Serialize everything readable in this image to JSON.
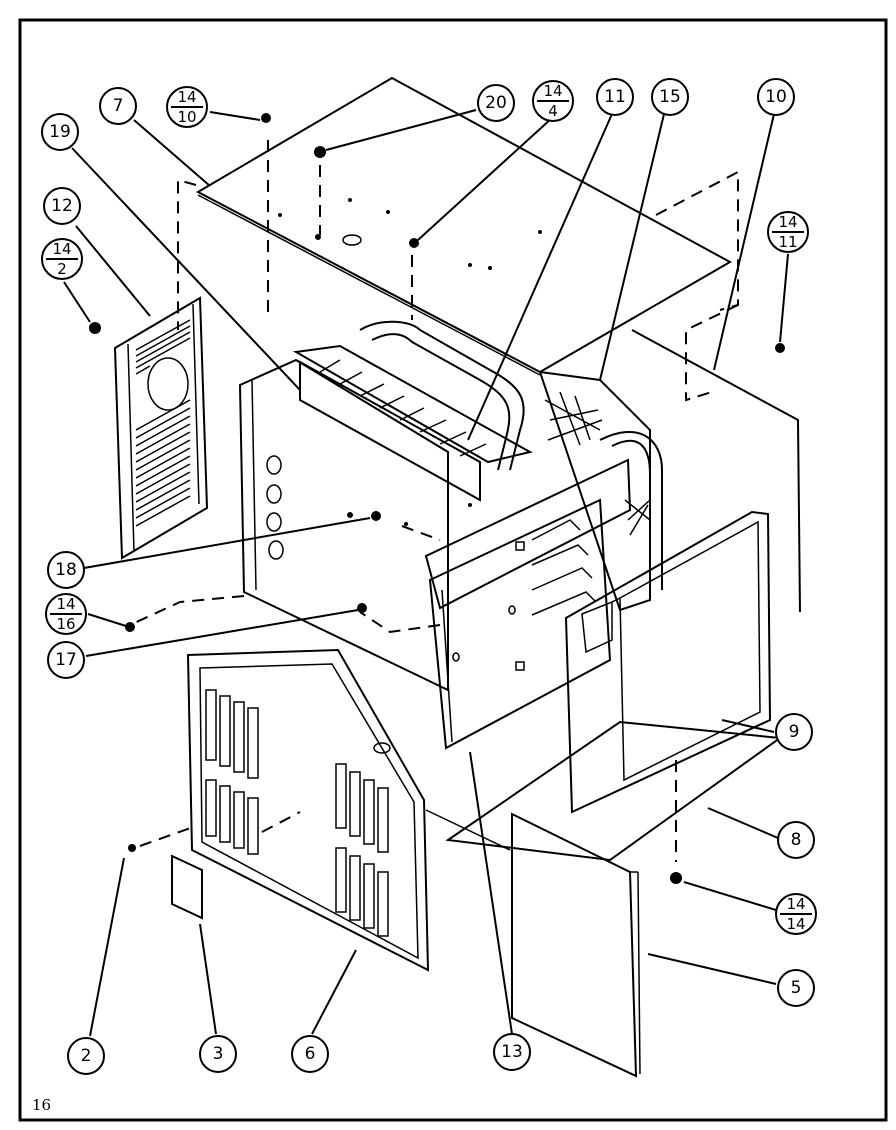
{
  "diagram": {
    "callouts": [
      {
        "id": "c7",
        "label": "7"
      },
      {
        "id": "c19",
        "label": "19"
      },
      {
        "id": "c12",
        "label": "12"
      },
      {
        "id": "c14-2",
        "num": "14",
        "den": "2"
      },
      {
        "id": "c14-10",
        "num": "14",
        "den": "10"
      },
      {
        "id": "c20",
        "label": "20"
      },
      {
        "id": "c14-4",
        "num": "14",
        "den": "4"
      },
      {
        "id": "c11",
        "label": "11"
      },
      {
        "id": "c15",
        "label": "15"
      },
      {
        "id": "c10",
        "label": "10"
      },
      {
        "id": "c14-11",
        "num": "14",
        "den": "11"
      },
      {
        "id": "c18",
        "label": "18"
      },
      {
        "id": "c14-16",
        "num": "14",
        "den": "16"
      },
      {
        "id": "c17",
        "label": "17"
      },
      {
        "id": "c9",
        "label": "9"
      },
      {
        "id": "c8",
        "label": "8"
      },
      {
        "id": "c14-14",
        "num": "14",
        "den": "14"
      },
      {
        "id": "c5",
        "label": "5"
      },
      {
        "id": "c13",
        "label": "13"
      },
      {
        "id": "c2",
        "label": "2"
      },
      {
        "id": "c3",
        "label": "3"
      },
      {
        "id": "c6",
        "label": "6"
      }
    ],
    "page_number": "16"
  }
}
